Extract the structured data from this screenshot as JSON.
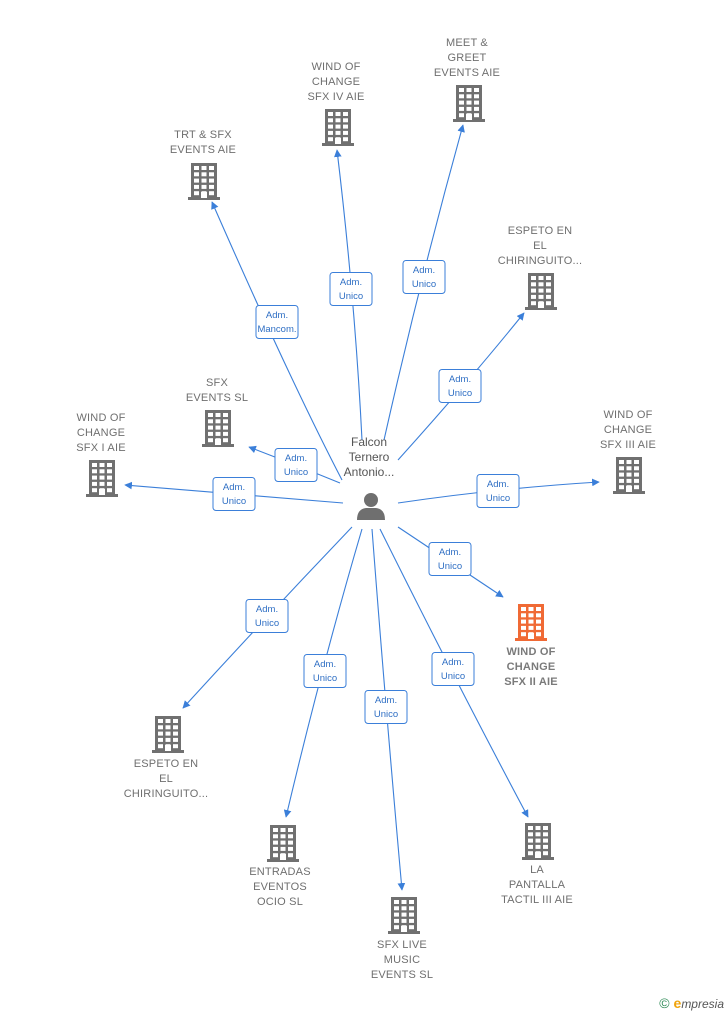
{
  "center": {
    "lines": [
      "Falcon",
      "Ternero",
      "Antonio..."
    ],
    "icon": "person-icon"
  },
  "companies": [
    {
      "id": "trt-sfx",
      "lines": [
        "TRT & SFX",
        "EVENTS AIE"
      ],
      "role": [
        "Adm.",
        "Mancom."
      ],
      "highlight": false,
      "icon": "building-icon"
    },
    {
      "id": "wind-iv",
      "lines": [
        "WIND OF",
        "CHANGE",
        "SFX IV AIE"
      ],
      "role": [
        "Adm.",
        "Unico"
      ],
      "highlight": false,
      "icon": "building-icon"
    },
    {
      "id": "meet-greet",
      "lines": [
        "MEET &",
        "GREET",
        "EVENTS AIE"
      ],
      "role": [
        "Adm.",
        "Unico"
      ],
      "highlight": false,
      "icon": "building-icon"
    },
    {
      "id": "espeto-1",
      "lines": [
        "ESPETO EN",
        "EL",
        "CHIRINGUITO..."
      ],
      "role": [
        "Adm.",
        "Unico"
      ],
      "highlight": false,
      "icon": "building-icon"
    },
    {
      "id": "wind-iii",
      "lines": [
        "WIND OF",
        "CHANGE",
        "SFX III AIE"
      ],
      "role": [
        "Adm.",
        "Unico"
      ],
      "highlight": false,
      "icon": "building-icon"
    },
    {
      "id": "wind-ii",
      "lines": [
        "WIND OF",
        "CHANGE",
        "SFX II AIE"
      ],
      "role": [
        "Adm.",
        "Unico"
      ],
      "highlight": true,
      "icon": "building-icon"
    },
    {
      "id": "pantalla",
      "lines": [
        "LA",
        "PANTALLA",
        "TACTIL III  AIE"
      ],
      "role": [
        "Adm.",
        "Unico"
      ],
      "highlight": false,
      "icon": "building-icon"
    },
    {
      "id": "sfx-live",
      "lines": [
        "SFX LIVE",
        "MUSIC",
        "EVENTS  SL"
      ],
      "role": [
        "Adm.",
        "Unico"
      ],
      "highlight": false,
      "icon": "building-icon"
    },
    {
      "id": "entradas",
      "lines": [
        "ENTRADAS",
        "EVENTOS",
        "OCIO  SL"
      ],
      "role": [
        "Adm.",
        "Unico"
      ],
      "highlight": false,
      "icon": "building-icon"
    },
    {
      "id": "espeto-2",
      "lines": [
        "ESPETO EN",
        "EL",
        "CHIRINGUITO..."
      ],
      "role": [
        "Adm.",
        "Unico"
      ],
      "highlight": false,
      "icon": "building-icon"
    },
    {
      "id": "wind-i",
      "lines": [
        "WIND OF",
        "CHANGE",
        "SFX I AIE"
      ],
      "role": [
        "Adm.",
        "Unico"
      ],
      "highlight": false,
      "icon": "building-icon"
    },
    {
      "id": "sfx-events",
      "lines": [
        "SFX",
        "EVENTS  SL"
      ],
      "role": [
        "Adm.",
        "Unico"
      ],
      "highlight": false,
      "icon": "building-icon"
    }
  ],
  "colors": {
    "edge": "#3b7fd9",
    "building": "#707070",
    "highlight": "#f06a35",
    "person": "#6f6f6f"
  },
  "footer": {
    "copyright": "©",
    "brand_first": "e",
    "brand_rest": "mpresia"
  }
}
